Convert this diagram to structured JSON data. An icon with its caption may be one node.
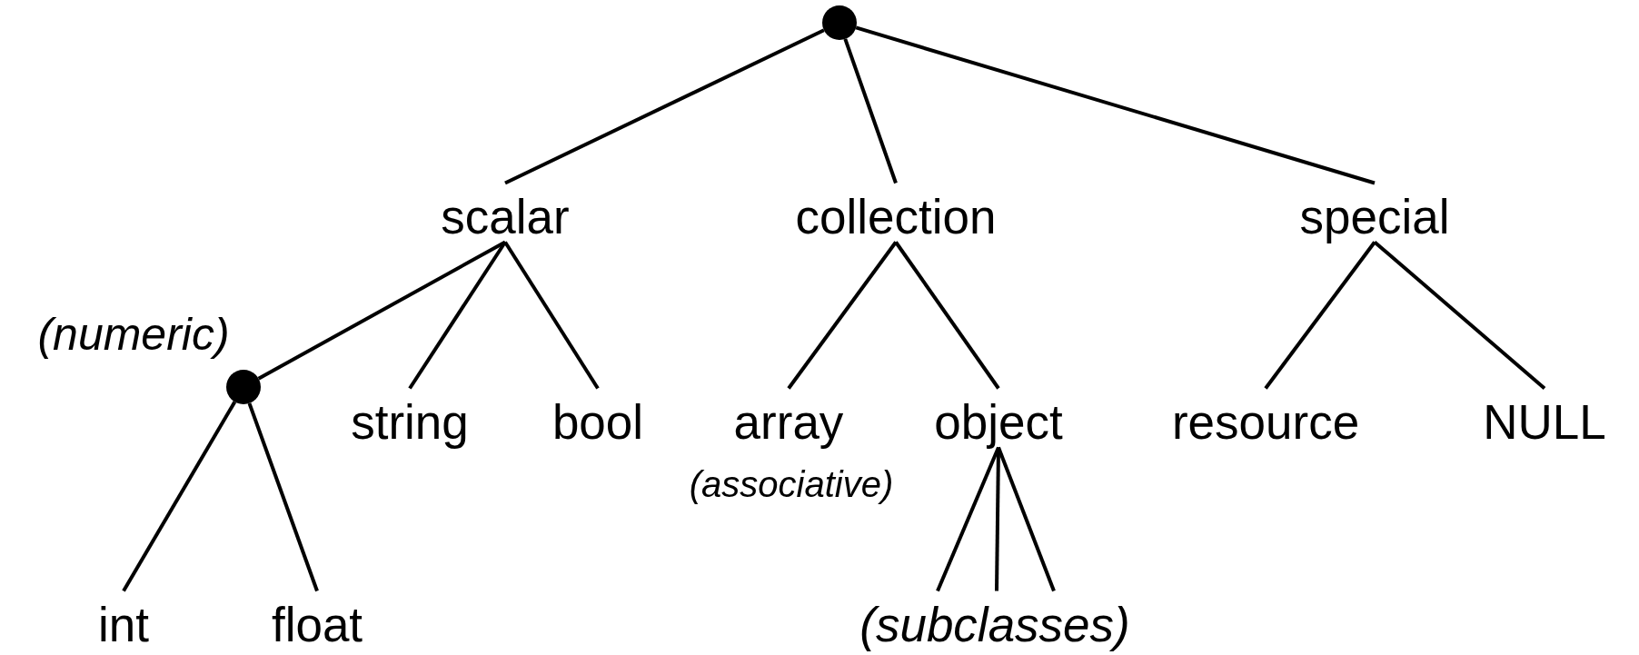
{
  "diagram": {
    "nodes": [
      {
        "text": [],
        "shape": "circle"
      },
      {
        "text": [
          "scalar"
        ]
      },
      {
        "text": [
          "collection"
        ]
      },
      {
        "text": [
          "special"
        ]
      },
      {
        "text": [],
        "shape": "circle",
        "beside": [
          "(numeric)"
        ]
      },
      {
        "text": [
          "string"
        ]
      },
      {
        "text": [
          "bool"
        ]
      },
      {
        "text": [
          "array"
        ],
        "beside": [
          "(associative)"
        ]
      },
      {
        "text": [
          "object"
        ]
      },
      {
        "text": [
          "resource"
        ]
      },
      {
        "text": [
          "NULL"
        ]
      },
      {
        "text": [
          "int"
        ]
      },
      {
        "text": [
          "float"
        ]
      },
      {
        "text": [
          "(subclasses)"
        ]
      }
    ],
    "edges": [
      {
        "from": 0,
        "to": 1,
        "arrow": "none"
      },
      {
        "from": 0,
        "to": 2,
        "arrow": "none"
      },
      {
        "from": 0,
        "to": 3,
        "arrow": "none"
      },
      {
        "from": 1,
        "to": 4,
        "arrow": "none"
      },
      {
        "from": 1,
        "to": 5,
        "arrow": "none"
      },
      {
        "from": 1,
        "to": 6,
        "arrow": "none"
      },
      {
        "from": 2,
        "to": 7,
        "arrow": "none"
      },
      {
        "from": 2,
        "to": 8,
        "arrow": "none"
      },
      {
        "from": 3,
        "to": 9,
        "arrow": "none"
      },
      {
        "from": 3,
        "to": 10,
        "arrow": "none"
      },
      {
        "from": 4,
        "to": 11,
        "arrow": "none"
      },
      {
        "from": 4,
        "to": 12,
        "arrow": "none"
      },
      {
        "from": 8,
        "to": 13,
        "arrow": "none"
      },
      {
        "from": 8,
        "to": 13,
        "arrow": "none"
      },
      {
        "from": 8,
        "to": 13,
        "arrow": "none"
      }
    ]
  }
}
